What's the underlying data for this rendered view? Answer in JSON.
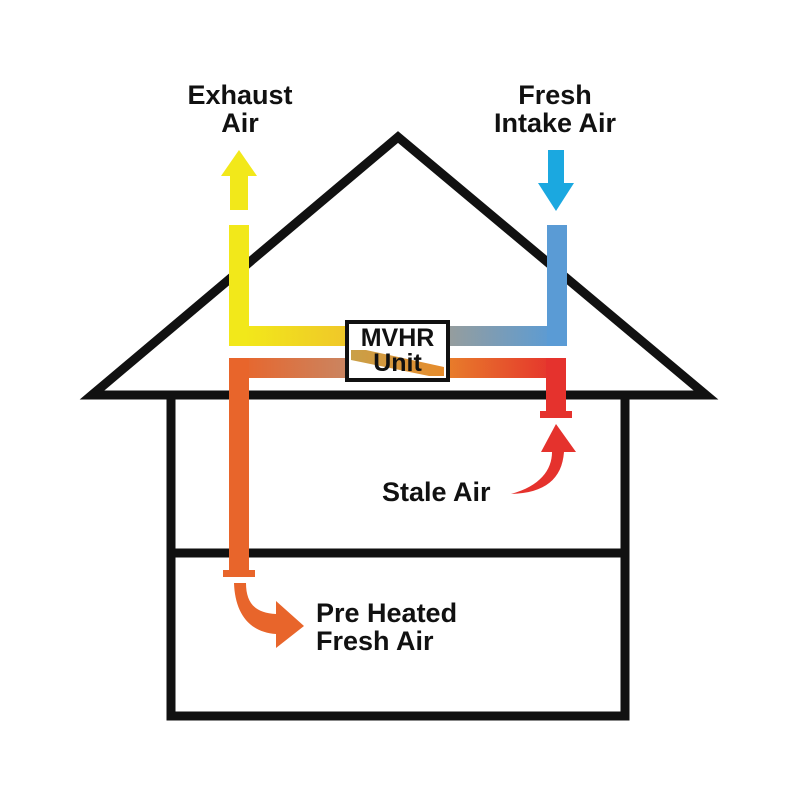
{
  "labels": {
    "exhaust_line1": "Exhaust",
    "exhaust_line2": "Air",
    "fresh_line1": "Fresh",
    "fresh_line2": "Intake Air",
    "stale": "Stale Air",
    "preheated_line1": "Pre Heated",
    "preheated_line2": "Fresh Air",
    "unit_line1": "MVHR",
    "unit_line2": "Unit"
  },
  "colors": {
    "outline": "#111111",
    "exhaust_yellow": "#F2E81A",
    "fresh_blue": "#5A9BD5",
    "fresh_arrow_blue": "#1BA8E0",
    "stale_red": "#E5322D",
    "preheated_orange": "#E8652B",
    "mixed_gray": "#9A9A9A"
  },
  "icons": {
    "exhaust_arrow": "arrow-up-icon",
    "intake_arrow": "arrow-down-icon",
    "stale_arrow": "curved-arrow-icon",
    "preheated_arrow": "curved-arrow-icon"
  }
}
